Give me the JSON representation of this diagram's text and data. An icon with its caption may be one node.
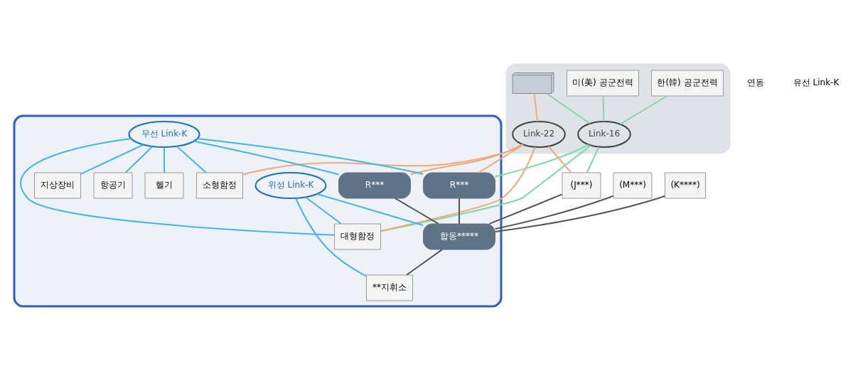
{
  "diagram": {
    "nodes": [
      {
        "text": [],
        "shape": "box"
      },
      {
        "text": [
          "한(韓) 공군전력"
        ],
        "in": 0
      },
      {
        "text": [
          "미(美) 공군전력"
        ],
        "in": 0
      },
      {
        "text": [],
        "shape": "picture",
        "in": 0
      },
      {
        "text": [
          "Link-16"
        ],
        "in": 0
      },
      {
        "text": [
          "Link-22"
        ],
        "in": 0
      },
      {
        "text": [],
        "shape": "box"
      },
      {
        "text": [
          "위성 Link-K"
        ],
        "in": 6
      },
      {
        "text": [
          "무선 Link-K"
        ],
        "in": 6
      },
      {
        "text": [
          "항공기"
        ],
        "in": 6
      },
      {
        "text": [
          "헬기"
        ],
        "in": 6
      },
      {
        "text": [
          "R***"
        ],
        "in": 6
      },
      {
        "text": [
          "R***"
        ],
        "in": 6
      },
      {
        "text": [
          "지상장비"
        ],
        "in": 6
      },
      {
        "text": [
          "(J***)"
        ]
      },
      {
        "text": [
          "(M***)"
        ]
      },
      {
        "text": [
          "(K****)"
        ]
      },
      {
        "text": [
          "합동*****"
        ],
        "in": 6
      },
      {
        "text": [
          "**지휘소"
        ],
        "in": 6
      },
      {
        "text": [
          "소형함정"
        ],
        "in": 6
      },
      {
        "text": [
          "대형함정"
        ],
        "in": 6
      }
    ],
    "edges": [
      {
        "from": 1,
        "to": 4,
        "arrow": "none",
        "color": "#7fd8a8"
      },
      {
        "from": 2,
        "to": 4,
        "arrow": "none",
        "color": "#7fd8a8"
      },
      {
        "from": 3,
        "to": 4,
        "arrow": "none",
        "color": "#7fd8a8"
      },
      {
        "from": 3,
        "to": 5,
        "arrow": "none",
        "color": "#f0a878"
      },
      {
        "from": 4,
        "to": 14,
        "arrow": "none",
        "color": "#7fd8a8"
      },
      {
        "from": 4,
        "to": 12,
        "arrow": "none",
        "color": "#7fd8a8"
      },
      {
        "from": 4,
        "to": 20,
        "arrow": "none",
        "color": "#7fd8a8"
      },
      {
        "from": 5,
        "to": 14,
        "arrow": "none",
        "color": "#f0a878"
      },
      {
        "from": 5,
        "to": 11,
        "arrow": "none",
        "color": "#f0a878"
      },
      {
        "from": 5,
        "to": 12,
        "arrow": "none",
        "color": "#f0a878"
      },
      {
        "from": 5,
        "to": 19,
        "arrow": "none",
        "color": "#f0a878"
      },
      {
        "from": 5,
        "to": 20,
        "arrow": "none",
        "color": "#f0a878"
      },
      {
        "from": 7,
        "to": 17,
        "arrow": "none"
      },
      {
        "from": 7,
        "to": 18,
        "arrow": "none"
      },
      {
        "from": 7,
        "to": 20,
        "arrow": "none"
      },
      {
        "from": 8,
        "to": 9,
        "arrow": "none"
      },
      {
        "from": 8,
        "to": 10,
        "arrow": "none"
      },
      {
        "from": 8,
        "to": 13,
        "arrow": "none"
      },
      {
        "from": 8,
        "to": 11,
        "arrow": "none"
      },
      {
        "from": 8,
        "to": 12,
        "arrow": "none"
      },
      {
        "from": 8,
        "to": 19,
        "arrow": "none"
      },
      {
        "from": 8,
        "to": 20,
        "arrow": "none"
      },
      {
        "from": 14,
        "to": 17,
        "arrow": "none",
        "color": "#555555"
      },
      {
        "from": 15,
        "to": 17,
        "arrow": "none",
        "color": "#555555"
      },
      {
        "from": 16,
        "to": 17,
        "arrow": "none",
        "color": "#555555"
      },
      {
        "from": 11,
        "to": 17,
        "arrow": "none",
        "color": "#555555"
      },
      {
        "from": 12,
        "to": 17,
        "arrow": "none",
        "color": "#555555"
      },
      {
        "from": 17,
        "to": 18,
        "arrow": "none",
        "color": "#555555"
      }
    ],
    "labels": [
      "연동",
      "유선 Link-K"
    ]
  }
}
